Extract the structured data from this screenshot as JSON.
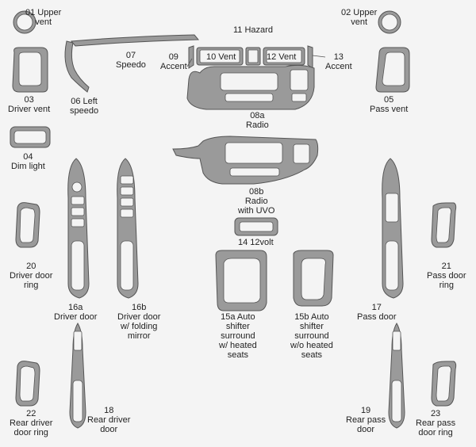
{
  "colors": {
    "background": "#f4f4f4",
    "piece_fill": "#9a9a9a",
    "piece_stroke": "#555555",
    "text": "#222222"
  },
  "labels": {
    "p01": "01 Upper\nvent",
    "p02": "02 Upper\nvent",
    "p03": "03\nDriver vent",
    "p04": "04\nDim light",
    "p05": "05\nPass vent",
    "p06": "06 Left\nspeedo",
    "p07": "07\nSpeedo",
    "p08a": "08a\nRadio",
    "p08b": "08b\nRadio\nwith UVO",
    "p09": "09\nAccent",
    "p10": "10 Vent",
    "p11": "11 Hazard",
    "p12": "12 Vent",
    "p13": "13\nAccent",
    "p14": "14 12volt",
    "p15a": "15a Auto\nshifter\nsurround\nw/ heated\nseats",
    "p15b": "15b Auto\nshifter\nsurround\nw/o heated\nseats",
    "p16a": "16a\nDriver door",
    "p16b": "16b\nDriver door\nw/ folding\nmirror",
    "p17": "17\nPass door",
    "p18": "18\nRear driver\ndoor",
    "p19": "19\nRear pass\ndoor",
    "p20": "20\nDriver door\nring",
    "p21": "21\nPass door\nring",
    "p22": "22\nRear driver\ndoor ring",
    "p23": "23\nRear pass\ndoor ring"
  }
}
